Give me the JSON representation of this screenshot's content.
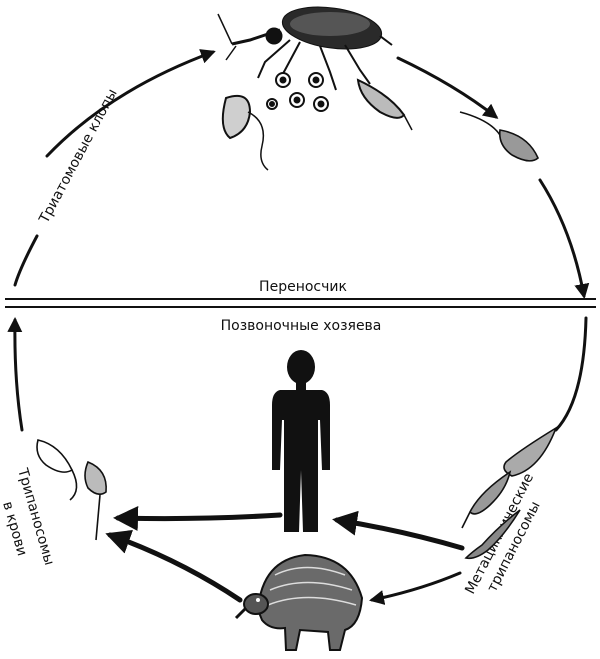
{
  "labels": {
    "vector": "Переносчик",
    "vertebrate_hosts": "Позвоночные хозяева",
    "triatomine_bugs": "Триатомовые клопы",
    "blood_trypanosomes_line1": "Трипаносомы",
    "blood_trypanosomes_line2": "в крови",
    "metacyclic_line1": "Метациклические",
    "metacyclic_line2": "трипаносомы"
  }
}
